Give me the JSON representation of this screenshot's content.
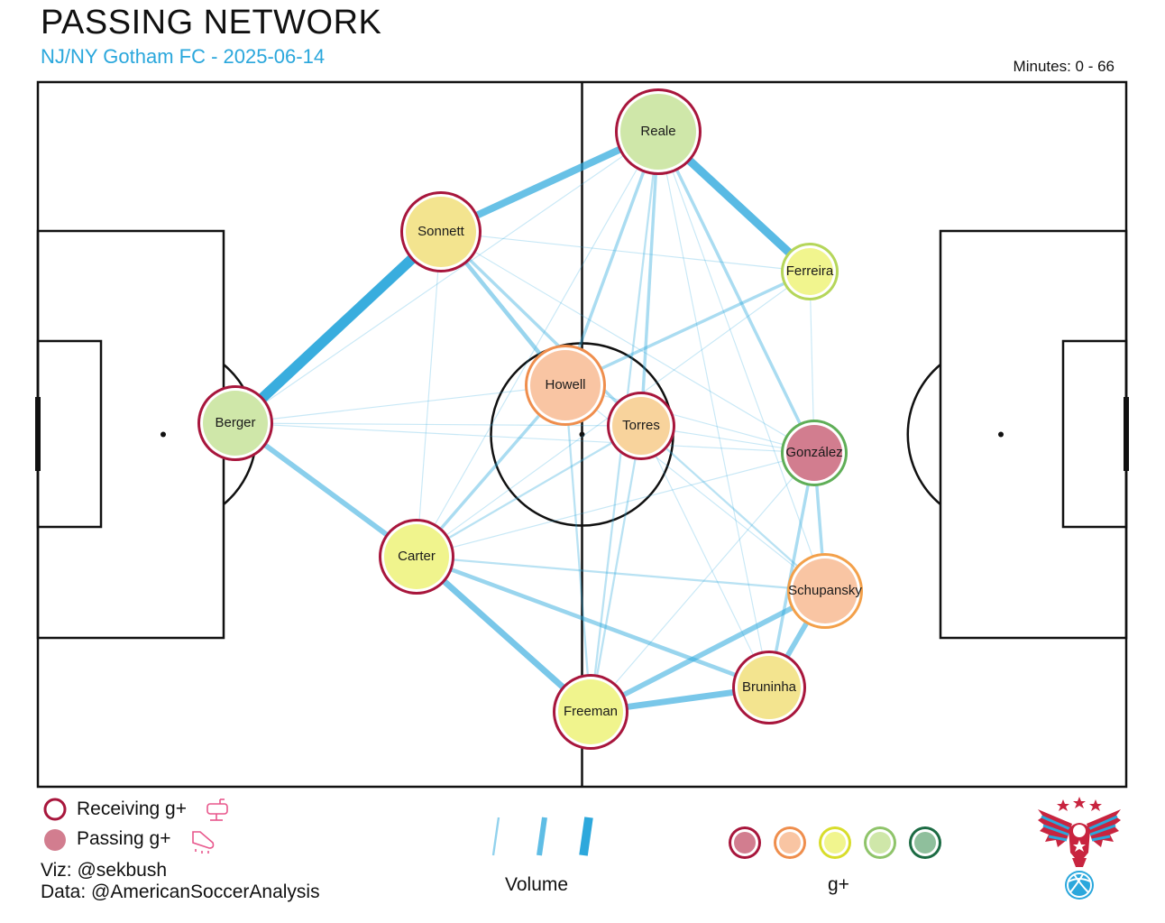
{
  "header": {
    "title": "PASSING NETWORK",
    "subtitle": "NJ/NY Gotham FC - 2025-06-14",
    "minutes": "Minutes: 0 - 66"
  },
  "players": [
    {
      "id": "reale",
      "name": "Reale",
      "ring": "#a8163c",
      "fill": "#cfe7a9"
    },
    {
      "id": "sonnett",
      "name": "Sonnett",
      "ring": "#a8163c",
      "fill": "#f3e48f"
    },
    {
      "id": "ferreira",
      "name": "Ferreira",
      "ring": "#b5d65a",
      "fill": "#f1f58e"
    },
    {
      "id": "howell",
      "name": "Howell",
      "ring": "#ef8e4d",
      "fill": "#f9c5a3"
    },
    {
      "id": "torres",
      "name": "Torres",
      "ring": "#a8163c",
      "fill": "#f8d39c"
    },
    {
      "id": "berger",
      "name": "Berger",
      "ring": "#a8163c",
      "fill": "#cfe7a9"
    },
    {
      "id": "gonzalez",
      "name": "González",
      "ring": "#5fae57",
      "fill": "#d27d8f"
    },
    {
      "id": "carter",
      "name": "Carter",
      "ring": "#a8163c",
      "fill": "#f0f48d"
    },
    {
      "id": "schupansky",
      "name": "Schupansky",
      "ring": "#f3a04a",
      "fill": "#f9c5a3"
    },
    {
      "id": "bruninha",
      "name": "Bruninha",
      "ring": "#a8163c",
      "fill": "#f3e48f"
    },
    {
      "id": "freeman",
      "name": "Freeman",
      "ring": "#a8163c",
      "fill": "#f0f48d"
    }
  ],
  "links": [
    {
      "a": "berger",
      "b": "sonnett",
      "volume": 10
    },
    {
      "a": "sonnett",
      "b": "reale",
      "volume": 7
    },
    {
      "a": "reale",
      "b": "ferreira",
      "volume": 8
    },
    {
      "a": "berger",
      "b": "carter",
      "volume": 5
    },
    {
      "a": "carter",
      "b": "freeman",
      "volume": 6
    },
    {
      "a": "freeman",
      "b": "bruninha",
      "volume": 6
    },
    {
      "a": "freeman",
      "b": "schupansky",
      "volume": 5
    },
    {
      "a": "bruninha",
      "b": "schupansky",
      "volume": 5
    },
    {
      "a": "carter",
      "b": "bruninha",
      "volume": 4
    },
    {
      "a": "sonnett",
      "b": "howell",
      "volume": 4
    },
    {
      "a": "sonnett",
      "b": "torres",
      "volume": 3
    },
    {
      "a": "reale",
      "b": "gonzalez",
      "volume": 3
    },
    {
      "a": "reale",
      "b": "howell",
      "volume": 3
    },
    {
      "a": "reale",
      "b": "torres",
      "volume": 3
    },
    {
      "a": "howell",
      "b": "ferreira",
      "volume": 3
    },
    {
      "a": "gonzalez",
      "b": "schupansky",
      "volume": 3
    },
    {
      "a": "gonzalez",
      "b": "bruninha",
      "volume": 3
    },
    {
      "a": "howell",
      "b": "carter",
      "volume": 3
    },
    {
      "a": "torres",
      "b": "carter",
      "volume": 2
    },
    {
      "a": "carter",
      "b": "schupansky",
      "volume": 2
    },
    {
      "a": "torres",
      "b": "freeman",
      "volume": 2
    },
    {
      "a": "howell",
      "b": "freeman",
      "volume": 2
    },
    {
      "a": "berger",
      "b": "howell",
      "volume": 1
    },
    {
      "a": "berger",
      "b": "torres",
      "volume": 1
    },
    {
      "a": "berger",
      "b": "gonzalez",
      "volume": 1
    },
    {
      "a": "berger",
      "b": "reale",
      "volume": 1
    },
    {
      "a": "sonnett",
      "b": "carter",
      "volume": 1
    },
    {
      "a": "sonnett",
      "b": "gonzalez",
      "volume": 1
    },
    {
      "a": "reale",
      "b": "carter",
      "volume": 1
    },
    {
      "a": "reale",
      "b": "freeman",
      "volume": 2
    },
    {
      "a": "reale",
      "b": "bruninha",
      "volume": 1
    },
    {
      "a": "reale",
      "b": "schupansky",
      "volume": 1
    },
    {
      "a": "howell",
      "b": "gonzalez",
      "volume": 1
    },
    {
      "a": "torres",
      "b": "gonzalez",
      "volume": 1
    },
    {
      "a": "torres",
      "b": "schupansky",
      "volume": 2
    },
    {
      "a": "torres",
      "b": "bruninha",
      "volume": 1
    },
    {
      "a": "howell",
      "b": "schupansky",
      "volume": 1
    },
    {
      "a": "ferreira",
      "b": "gonzalez",
      "volume": 1
    },
    {
      "a": "ferreira",
      "b": "carter",
      "volume": 1
    },
    {
      "a": "freeman",
      "b": "gonzalez",
      "volume": 1
    },
    {
      "a": "carter",
      "b": "gonzalez",
      "volume": 1
    },
    {
      "a": "sonnett",
      "b": "ferreira",
      "volume": 1
    }
  ],
  "legend": {
    "receiving": "Receiving g+",
    "passing": "Passing g+",
    "volume": "Volume",
    "gplus": "g+",
    "volume_samples": [
      2,
      5,
      8
    ],
    "gplus_swatches": [
      {
        "ring": "#a8163c",
        "fill": "#d27d8f"
      },
      {
        "ring": "#ef8e4d",
        "fill": "#f9c5a3"
      },
      {
        "ring": "#d8dd2b",
        "fill": "#f1f58e"
      },
      {
        "ring": "#8fc46a",
        "fill": "#cfe7a9"
      },
      {
        "ring": "#1c6b43",
        "fill": "#8fbf9c"
      }
    ]
  },
  "credits": {
    "viz": "Viz: @sekbush",
    "data": "Data: @AmericanSoccerAnalysis"
  },
  "colors": {
    "link": "#2aa7dc",
    "accent": "#2aa7dc",
    "logo_red": "#c8243f",
    "logo_blue": "#2aa7dc"
  },
  "icons": [
    "mailbox-icon",
    "cleat-icon",
    "asa-eagle-logo"
  ]
}
